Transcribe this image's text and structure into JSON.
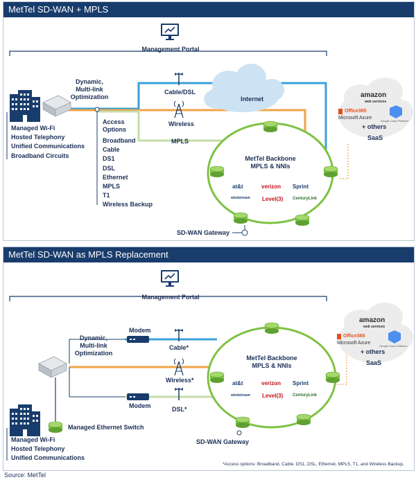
{
  "diagram1": {
    "title": "MetTel SD-WAN + MPLS",
    "management_portal": "Management Portal",
    "dynamic_label": [
      "Dynamic,",
      "Multi-link",
      "Optimization"
    ],
    "cable_dsl": "Cable/DSL",
    "internet": "Internet",
    "wireless": "Wireless",
    "mpls": "MPLS",
    "access_title": [
      "Access",
      "Options"
    ],
    "access_options": [
      "Broadband",
      "Cable",
      "DS1",
      "DSL",
      "Ethernet",
      "MPLS",
      "T1",
      "Wireless Backup"
    ],
    "site_services": [
      "Managed Wi-Fi",
      "Hosted Telephony",
      "Unified Communications",
      "Broadband Circuits"
    ],
    "backbone_title": [
      "MetTel Backbone",
      "MPLS & NNIs"
    ],
    "gateway": "SD-WAN Gateway",
    "saas_label": "SaaS"
  },
  "diagram2": {
    "title": "MetTel SD-WAN as MPLS Replacement",
    "management_portal": "Management Portal",
    "dynamic_label": [
      "Dynamic,",
      "Multi-link",
      "Optimization"
    ],
    "modem": "Modem",
    "cable": "Cable*",
    "wireless": "Wireless*",
    "dsl": "DSL*",
    "switch_label": "Managed Ethernet Switch",
    "site_services": [
      "Managed Wi-Fi",
      "Hosted Telephony",
      "Unified Communications"
    ],
    "backbone_title": [
      "MetTel Backbone",
      "MPLS & NNIs"
    ],
    "gateway": "SD-WAN Gateway",
    "saas_label": "SaaS",
    "footnote": "*Access options: Broadband, Cable, DS1, DSL, Ethernet, MPLS, T1, and Wireless Backup."
  },
  "carriers": {
    "att": "at&t",
    "verizon": "verizon",
    "sprint": "Sprint",
    "windstream": "windstream",
    "level3": "Level(3)",
    "centurylink": "CenturyLink"
  },
  "saas": {
    "amazon": "amazon",
    "amazon_sub": "web services",
    "office": "Office365",
    "azure": "Microsoft Azure",
    "google": "Google Cloud Platform",
    "others": "+ others"
  },
  "source": "Source: MetTel",
  "colors": {
    "header": "#183c6b",
    "blue_link": "#3aa0da",
    "orange_link": "#f0a346",
    "green_link": "#c5dca8",
    "backbone_green": "#7dc242",
    "cloud": "#cde3f3",
    "navy": "#1a2e55"
  }
}
